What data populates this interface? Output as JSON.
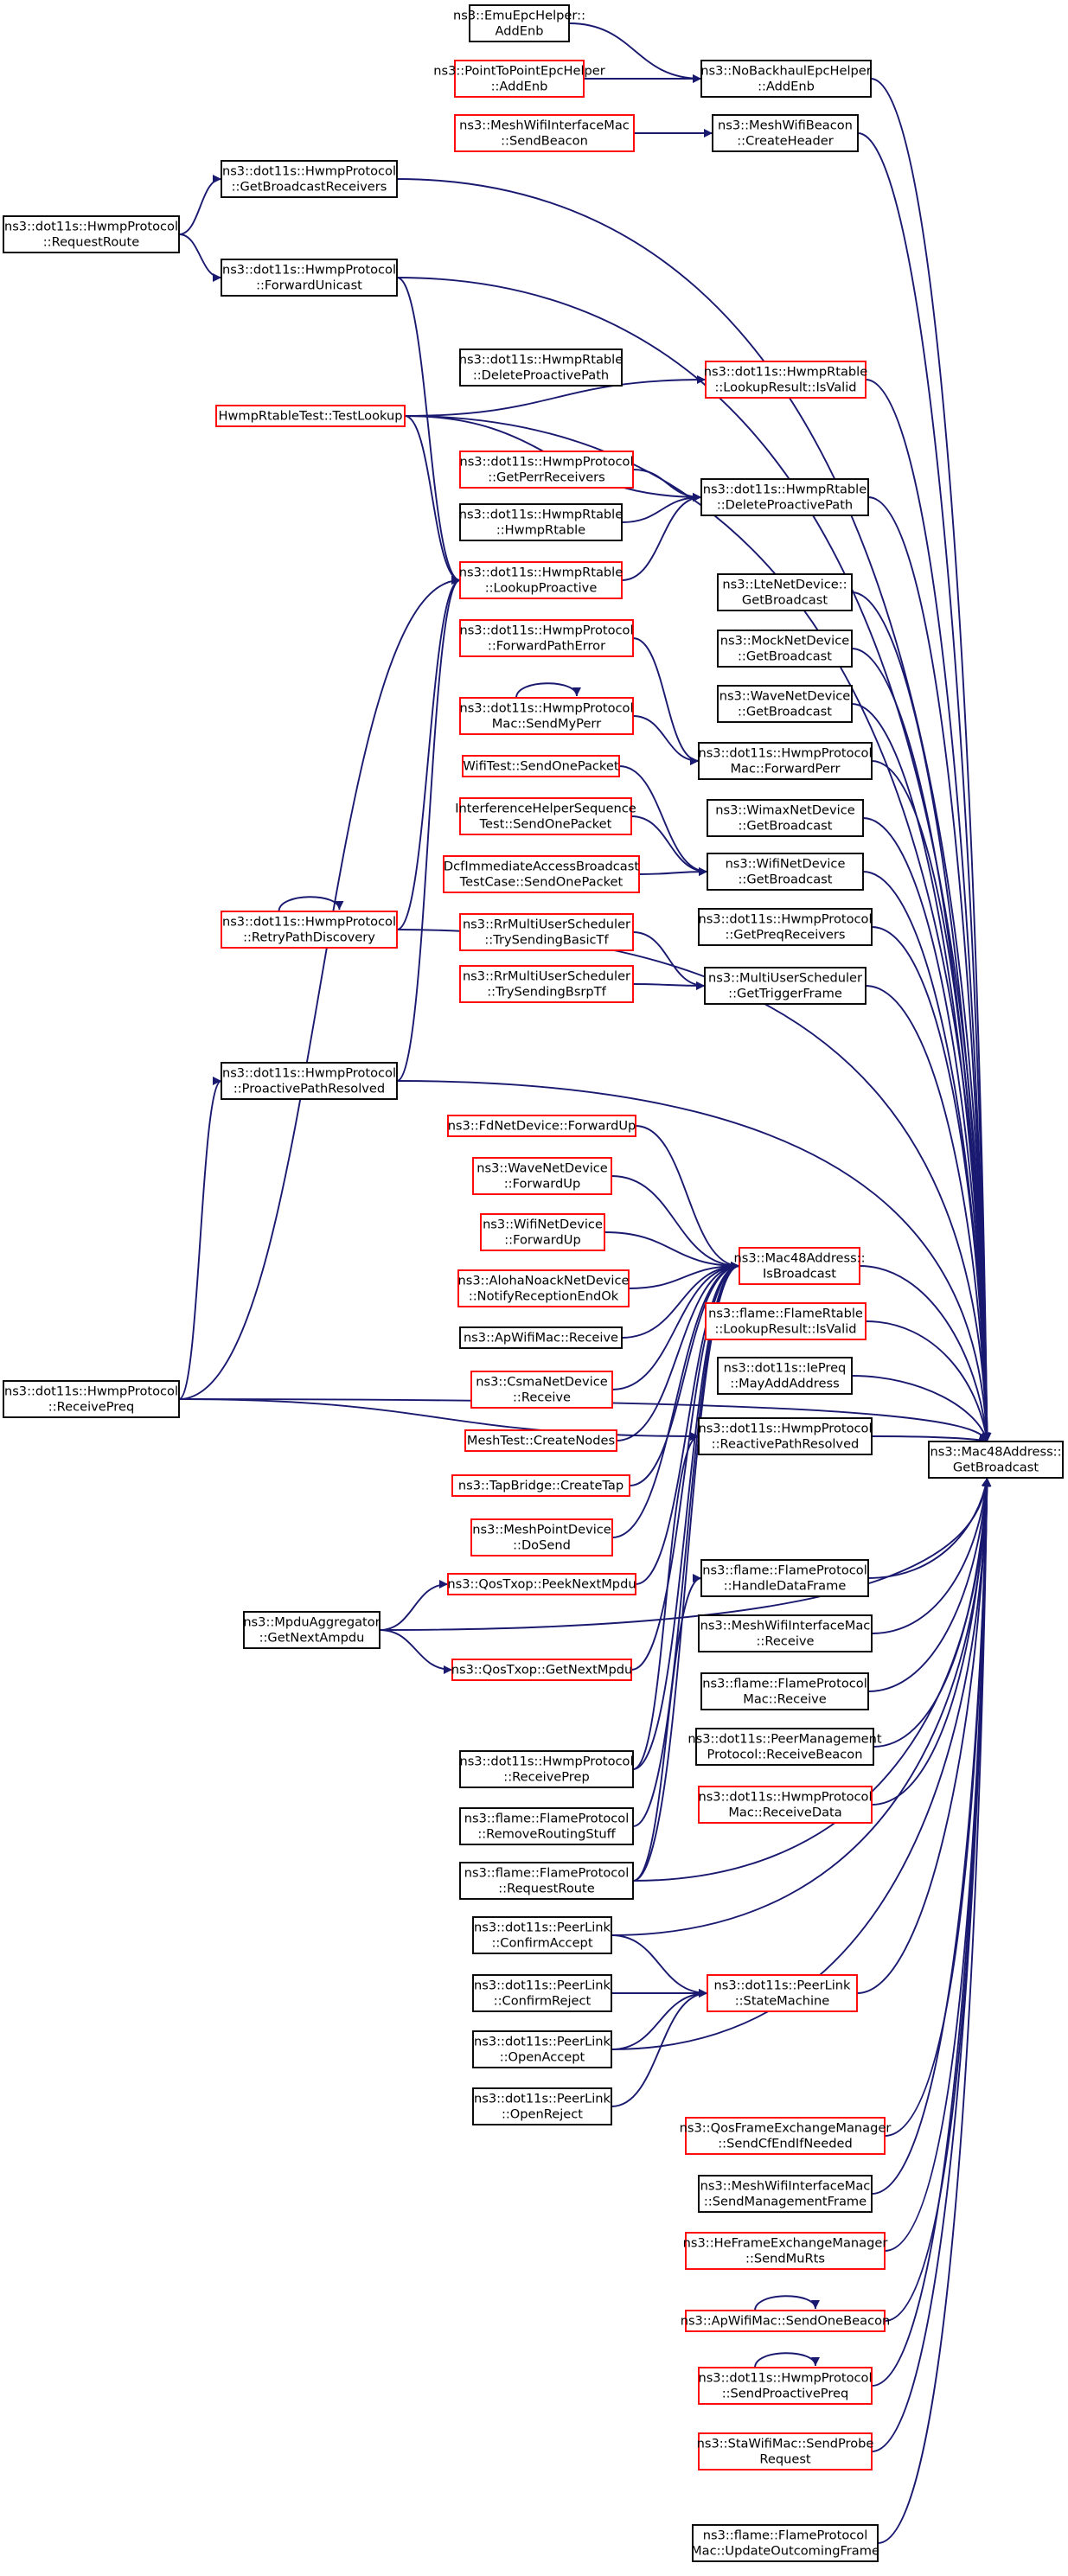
{
  "graph": {
    "title": "ns3::Mac48Address::GetBroadcast caller graph",
    "colors": {
      "edge": "#191970",
      "node_border_default": "#000000",
      "node_border_truncated": "#ff0000",
      "target_fill": "#bfbfbf"
    },
    "nodes": [
      {
        "id": "emu",
        "lines": [
          "ns3::EmuEpcHelper::",
          "AddEnb"
        ],
        "style": "black"
      },
      {
        "id": "p2p",
        "lines": [
          "ns3::PointToPointEpcHelper",
          "::AddEnb"
        ],
        "style": "red"
      },
      {
        "id": "nbh",
        "lines": [
          "ns3::NoBackhaulEpcHelper",
          "::AddEnb"
        ],
        "style": "black"
      },
      {
        "id": "mwim_sb",
        "lines": [
          "ns3::MeshWifiInterfaceMac",
          "::SendBeacon"
        ],
        "style": "red"
      },
      {
        "id": "mwb",
        "lines": [
          "ns3::MeshWifiBeacon",
          "::CreateHeader"
        ],
        "style": "black"
      },
      {
        "id": "gbr",
        "lines": [
          "ns3::dot11s::HwmpProtocol",
          "::GetBroadcastReceivers"
        ],
        "style": "black"
      },
      {
        "id": "rr",
        "lines": [
          "ns3::dot11s::HwmpProtocol",
          "::RequestRoute"
        ],
        "style": "black"
      },
      {
        "id": "fu",
        "lines": [
          "ns3::dot11s::HwmpProtocol",
          "::ForwardUnicast"
        ],
        "style": "black"
      },
      {
        "id": "dpp1",
        "lines": [
          "ns3::dot11s::HwmpRtable",
          "::DeleteProactivePath"
        ],
        "style": "black"
      },
      {
        "id": "lriv",
        "lines": [
          "ns3::dot11s::HwmpRtable",
          "::LookupResult::IsValid"
        ],
        "style": "red"
      },
      {
        "id": "htl",
        "lines": [
          "HwmpRtableTest::TestLookup"
        ],
        "style": "red"
      },
      {
        "id": "gpr",
        "lines": [
          "ns3::dot11s::HwmpProtocol",
          "::GetPerrReceivers"
        ],
        "style": "red"
      },
      {
        "id": "dpp2",
        "lines": [
          "ns3::dot11s::HwmpRtable",
          "::DeleteProactivePath"
        ],
        "style": "black"
      },
      {
        "id": "hrt",
        "lines": [
          "ns3::dot11s::HwmpRtable",
          "::HwmpRtable"
        ],
        "style": "black"
      },
      {
        "id": "lp",
        "lines": [
          "ns3::dot11s::HwmpRtable",
          "::LookupProactive"
        ],
        "style": "red"
      },
      {
        "id": "lte",
        "lines": [
          "ns3::LteNetDevice::",
          "GetBroadcast"
        ],
        "style": "black"
      },
      {
        "id": "mock",
        "lines": [
          "ns3::MockNetDevice",
          "::GetBroadcast"
        ],
        "style": "black"
      },
      {
        "id": "fpe",
        "lines": [
          "ns3::dot11s::HwmpProtocol",
          "::ForwardPathError"
        ],
        "style": "red"
      },
      {
        "id": "wave",
        "lines": [
          "ns3::WaveNetDevice",
          "::GetBroadcast"
        ],
        "style": "black"
      },
      {
        "id": "smp",
        "lines": [
          "ns3::dot11s::HwmpProtocol",
          "Mac::SendMyPerr"
        ],
        "style": "red"
      },
      {
        "id": "fperr",
        "lines": [
          "ns3::dot11s::HwmpProtocol",
          "Mac::ForwardPerr"
        ],
        "style": "black"
      },
      {
        "id": "wfsop",
        "lines": [
          "WifiTest::SendOnePacket"
        ],
        "style": "red"
      },
      {
        "id": "wimax",
        "lines": [
          "ns3::WimaxNetDevice",
          "::GetBroadcast"
        ],
        "style": "black"
      },
      {
        "id": "ihs",
        "lines": [
          "InterferenceHelperSequence",
          "Test::SendOnePacket"
        ],
        "style": "red"
      },
      {
        "id": "wifi",
        "lines": [
          "ns3::WifiNetDevice",
          "::GetBroadcast"
        ],
        "style": "black"
      },
      {
        "id": "dcf",
        "lines": [
          "DcfImmediateAccessBroadcast",
          "TestCase::SendOnePacket"
        ],
        "style": "red"
      },
      {
        "id": "gpreq",
        "lines": [
          "ns3::dot11s::HwmpProtocol",
          "::GetPreqReceivers"
        ],
        "style": "black"
      },
      {
        "id": "rrbtf",
        "lines": [
          "ns3::RrMultiUserScheduler",
          "::TrySendingBasicTf"
        ],
        "style": "red"
      },
      {
        "id": "rpd",
        "lines": [
          "ns3::dot11s::HwmpProtocol",
          "::RetryPathDiscovery"
        ],
        "style": "red"
      },
      {
        "id": "mus",
        "lines": [
          "ns3::MultiUserScheduler",
          "::GetTriggerFrame"
        ],
        "style": "black"
      },
      {
        "id": "rrbsrp",
        "lines": [
          "ns3::RrMultiUserScheduler",
          "::TrySendingBsrpTf"
        ],
        "style": "red"
      },
      {
        "id": "ppr",
        "lines": [
          "ns3::dot11s::HwmpProtocol",
          "::ProactivePathResolved"
        ],
        "style": "black"
      },
      {
        "id": "fdfu",
        "lines": [
          "ns3::FdNetDevice::ForwardUp"
        ],
        "style": "red"
      },
      {
        "id": "wavefu",
        "lines": [
          "ns3::WaveNetDevice",
          "::ForwardUp"
        ],
        "style": "red"
      },
      {
        "id": "wififu",
        "lines": [
          "ns3::WifiNetDevice",
          "::ForwardUp"
        ],
        "style": "red"
      },
      {
        "id": "isb",
        "lines": [
          "ns3::Mac48Address::",
          "IsBroadcast"
        ],
        "style": "red"
      },
      {
        "id": "aloha",
        "lines": [
          "ns3::AlohaNoackNetDevice",
          "::NotifyReceptionEndOk"
        ],
        "style": "red"
      },
      {
        "id": "ffriv",
        "lines": [
          "ns3::flame::FlameRtable",
          "::LookupResult::IsValid"
        ],
        "style": "red"
      },
      {
        "id": "apr",
        "lines": [
          "ns3::ApWifiMac::Receive"
        ],
        "style": "black"
      },
      {
        "id": "ipreq",
        "lines": [
          "ns3::dot11s::IePreq",
          "::MayAddAddress"
        ],
        "style": "black"
      },
      {
        "id": "rpreq",
        "lines": [
          "ns3::dot11s::HwmpProtocol",
          "::ReceivePreq"
        ],
        "style": "black"
      },
      {
        "id": "csma",
        "lines": [
          "ns3::CsmaNetDevice",
          "::Receive"
        ],
        "style": "red"
      },
      {
        "id": "rpres",
        "lines": [
          "ns3::dot11s::HwmpProtocol",
          "::ReactivePathResolved"
        ],
        "style": "black"
      },
      {
        "id": "target",
        "lines": [
          "ns3::Mac48Address::",
          "GetBroadcast"
        ],
        "style": "target"
      },
      {
        "id": "mtcn",
        "lines": [
          "MeshTest::CreateNodes"
        ],
        "style": "red"
      },
      {
        "id": "tap",
        "lines": [
          "ns3::TapBridge::CreateTap"
        ],
        "style": "red"
      },
      {
        "id": "mpds",
        "lines": [
          "ns3::MeshPointDevice",
          "::DoSend"
        ],
        "style": "red"
      },
      {
        "id": "ffhdf",
        "lines": [
          "ns3::flame::FlameProtocol",
          "::HandleDataFrame"
        ],
        "style": "black"
      },
      {
        "id": "qpnm",
        "lines": [
          "ns3::QosTxop::PeekNextMpdu"
        ],
        "style": "red"
      },
      {
        "id": "mpdu",
        "lines": [
          "ns3::MpduAggregator",
          "::GetNextAmpdu"
        ],
        "style": "black"
      },
      {
        "id": "mwimr",
        "lines": [
          "ns3::MeshWifiInterfaceMac",
          "::Receive"
        ],
        "style": "black"
      },
      {
        "id": "qgnm",
        "lines": [
          "ns3::QosTxop::GetNextMpdu"
        ],
        "style": "red"
      },
      {
        "id": "ffpmr",
        "lines": [
          "ns3::flame::FlameProtocol",
          "Mac::Receive"
        ],
        "style": "black"
      },
      {
        "id": "pmprb",
        "lines": [
          "ns3::dot11s::PeerManagement",
          "Protocol::ReceiveBeacon"
        ],
        "style": "black"
      },
      {
        "id": "rprep",
        "lines": [
          "ns3::dot11s::HwmpProtocol",
          "::ReceivePrep"
        ],
        "style": "black"
      },
      {
        "id": "hpmrd",
        "lines": [
          "ns3::dot11s::HwmpProtocol",
          "Mac::ReceiveData"
        ],
        "style": "red"
      },
      {
        "id": "ffrrs",
        "lines": [
          "ns3::flame::FlameProtocol",
          "::RemoveRoutingStuff"
        ],
        "style": "black"
      },
      {
        "id": "ffrr",
        "lines": [
          "ns3::flame::FlameProtocol",
          "::RequestRoute"
        ],
        "style": "black"
      },
      {
        "id": "plca",
        "lines": [
          "ns3::dot11s::PeerLink",
          "::ConfirmAccept"
        ],
        "style": "black"
      },
      {
        "id": "plcr",
        "lines": [
          "ns3::dot11s::PeerLink",
          "::ConfirmReject"
        ],
        "style": "black"
      },
      {
        "id": "plsm",
        "lines": [
          "ns3::dot11s::PeerLink",
          "::StateMachine"
        ],
        "style": "red"
      },
      {
        "id": "ploa",
        "lines": [
          "ns3::dot11s::PeerLink",
          "::OpenAccept"
        ],
        "style": "black"
      },
      {
        "id": "plor",
        "lines": [
          "ns3::dot11s::PeerLink",
          "::OpenReject"
        ],
        "style": "black"
      },
      {
        "id": "qfem",
        "lines": [
          "ns3::QosFrameExchangeManager",
          "::SendCfEndIfNeeded"
        ],
        "style": "red"
      },
      {
        "id": "mwsmf",
        "lines": [
          "ns3::MeshWifiInterfaceMac",
          "::SendManagementFrame"
        ],
        "style": "black"
      },
      {
        "id": "hefem",
        "lines": [
          "ns3::HeFrameExchangeManager",
          "::SendMuRts"
        ],
        "style": "red"
      },
      {
        "id": "apsob",
        "lines": [
          "ns3::ApWifiMac::SendOneBeacon"
        ],
        "style": "red"
      },
      {
        "id": "spp",
        "lines": [
          "ns3::dot11s::HwmpProtocol",
          "::SendProactivePreq"
        ],
        "style": "red"
      },
      {
        "id": "stapr",
        "lines": [
          "ns3::StaWifiMac::SendProbe",
          "Request"
        ],
        "style": "red"
      },
      {
        "id": "ffuof",
        "lines": [
          "ns3::flame::FlameProtocol",
          "Mac::UpdateOutcomingFrame"
        ],
        "style": "black"
      }
    ],
    "edges": [
      [
        "emu",
        "nbh"
      ],
      [
        "p2p",
        "nbh"
      ],
      [
        "mwim_sb",
        "mwb"
      ],
      [
        "rr",
        "gbr"
      ],
      [
        "rr",
        "fu"
      ],
      [
        "htl",
        "lriv"
      ],
      [
        "htl",
        "dpp2"
      ],
      [
        "gpr",
        "dpp2"
      ],
      [
        "hrt",
        "dpp2"
      ],
      [
        "lp",
        "dpp2"
      ],
      [
        "fu",
        "lp"
      ],
      [
        "htl",
        "lp"
      ],
      [
        "rpd",
        "lp"
      ],
      [
        "ppr",
        "lp"
      ],
      [
        "rpreq",
        "lp"
      ],
      [
        "fpe",
        "fperr"
      ],
      [
        "smp",
        "fperr"
      ],
      [
        "smp",
        "smp"
      ],
      [
        "wfsop",
        "wifi"
      ],
      [
        "ihs",
        "wifi"
      ],
      [
        "dcf",
        "wifi"
      ],
      [
        "rrbtf",
        "mus"
      ],
      [
        "rrbsrp",
        "mus"
      ],
      [
        "rpd",
        "rpd"
      ],
      [
        "rpreq",
        "ppr"
      ],
      [
        "fdfu",
        "isb"
      ],
      [
        "wavefu",
        "isb"
      ],
      [
        "wififu",
        "isb"
      ],
      [
        "aloha",
        "isb"
      ],
      [
        "apr",
        "isb"
      ],
      [
        "csma",
        "isb"
      ],
      [
        "mtcn",
        "isb"
      ],
      [
        "tap",
        "isb"
      ],
      [
        "mpds",
        "isb"
      ],
      [
        "qpnm",
        "isb"
      ],
      [
        "qgnm",
        "isb"
      ],
      [
        "rprep",
        "isb"
      ],
      [
        "ffrrs",
        "isb"
      ],
      [
        "ffrr",
        "isb"
      ],
      [
        "mpdu",
        "qpnm"
      ],
      [
        "mpdu",
        "qgnm"
      ],
      [
        "rpreq",
        "rpres"
      ],
      [
        "rprep",
        "rpres"
      ],
      [
        "ffrr",
        "ffhdf"
      ],
      [
        "plca",
        "plsm"
      ],
      [
        "plcr",
        "plsm"
      ],
      [
        "ploa",
        "plsm"
      ],
      [
        "plor",
        "plsm"
      ],
      [
        "apsob",
        "apsob"
      ],
      [
        "spp",
        "spp"
      ],
      [
        "nbh",
        "target"
      ],
      [
        "mwb",
        "target"
      ],
      [
        "gbr",
        "target"
      ],
      [
        "fu",
        "target"
      ],
      [
        "lriv",
        "target"
      ],
      [
        "htl",
        "target"
      ],
      [
        "dpp2",
        "target"
      ],
      [
        "lte",
        "target"
      ],
      [
        "mock",
        "target"
      ],
      [
        "wave",
        "target"
      ],
      [
        "fperr",
        "target"
      ],
      [
        "wimax",
        "target"
      ],
      [
        "wifi",
        "target"
      ],
      [
        "gpreq",
        "target"
      ],
      [
        "mus",
        "target"
      ],
      [
        "rpd",
        "target"
      ],
      [
        "ppr",
        "target"
      ],
      [
        "isb",
        "target"
      ],
      [
        "ffriv",
        "target"
      ],
      [
        "ipreq",
        "target"
      ],
      [
        "rpres",
        "target"
      ],
      [
        "rpreq",
        "target"
      ],
      [
        "mpdu",
        "target"
      ],
      [
        "ffhdf",
        "target"
      ],
      [
        "mwimr",
        "target"
      ],
      [
        "ffpmr",
        "target"
      ],
      [
        "pmprb",
        "target"
      ],
      [
        "hpmrd",
        "target"
      ],
      [
        "ffrr",
        "target"
      ],
      [
        "plca",
        "target"
      ],
      [
        "plsm",
        "target"
      ],
      [
        "ploa",
        "target"
      ],
      [
        "qfem",
        "target"
      ],
      [
        "mwsmf",
        "target"
      ],
      [
        "hefem",
        "target"
      ],
      [
        "apsob",
        "target"
      ],
      [
        "spp",
        "target"
      ],
      [
        "stapr",
        "target"
      ],
      [
        "ffuof",
        "target"
      ]
    ]
  }
}
